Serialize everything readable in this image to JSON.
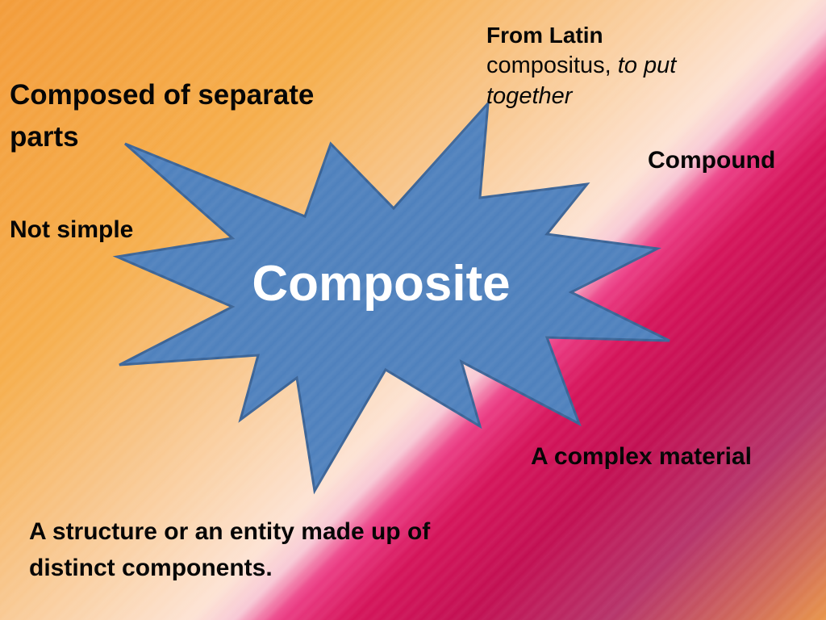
{
  "slide": {
    "center_word": "Composite",
    "definition_1": "Composed of separate parts",
    "definition_2": "Not simple",
    "etymology": {
      "title": "From Latin",
      "latin_word": "compositus,",
      "meaning": "to put together"
    },
    "synonym": "Compound",
    "definition_3": "A complex material",
    "definition_4": "A structure or an entity made up of distinct components."
  },
  "colors": {
    "starburst_fill": "#4f81bd",
    "starburst_stroke": "#3a6396",
    "center_text": "#ffffff",
    "body_text": "#000000"
  }
}
